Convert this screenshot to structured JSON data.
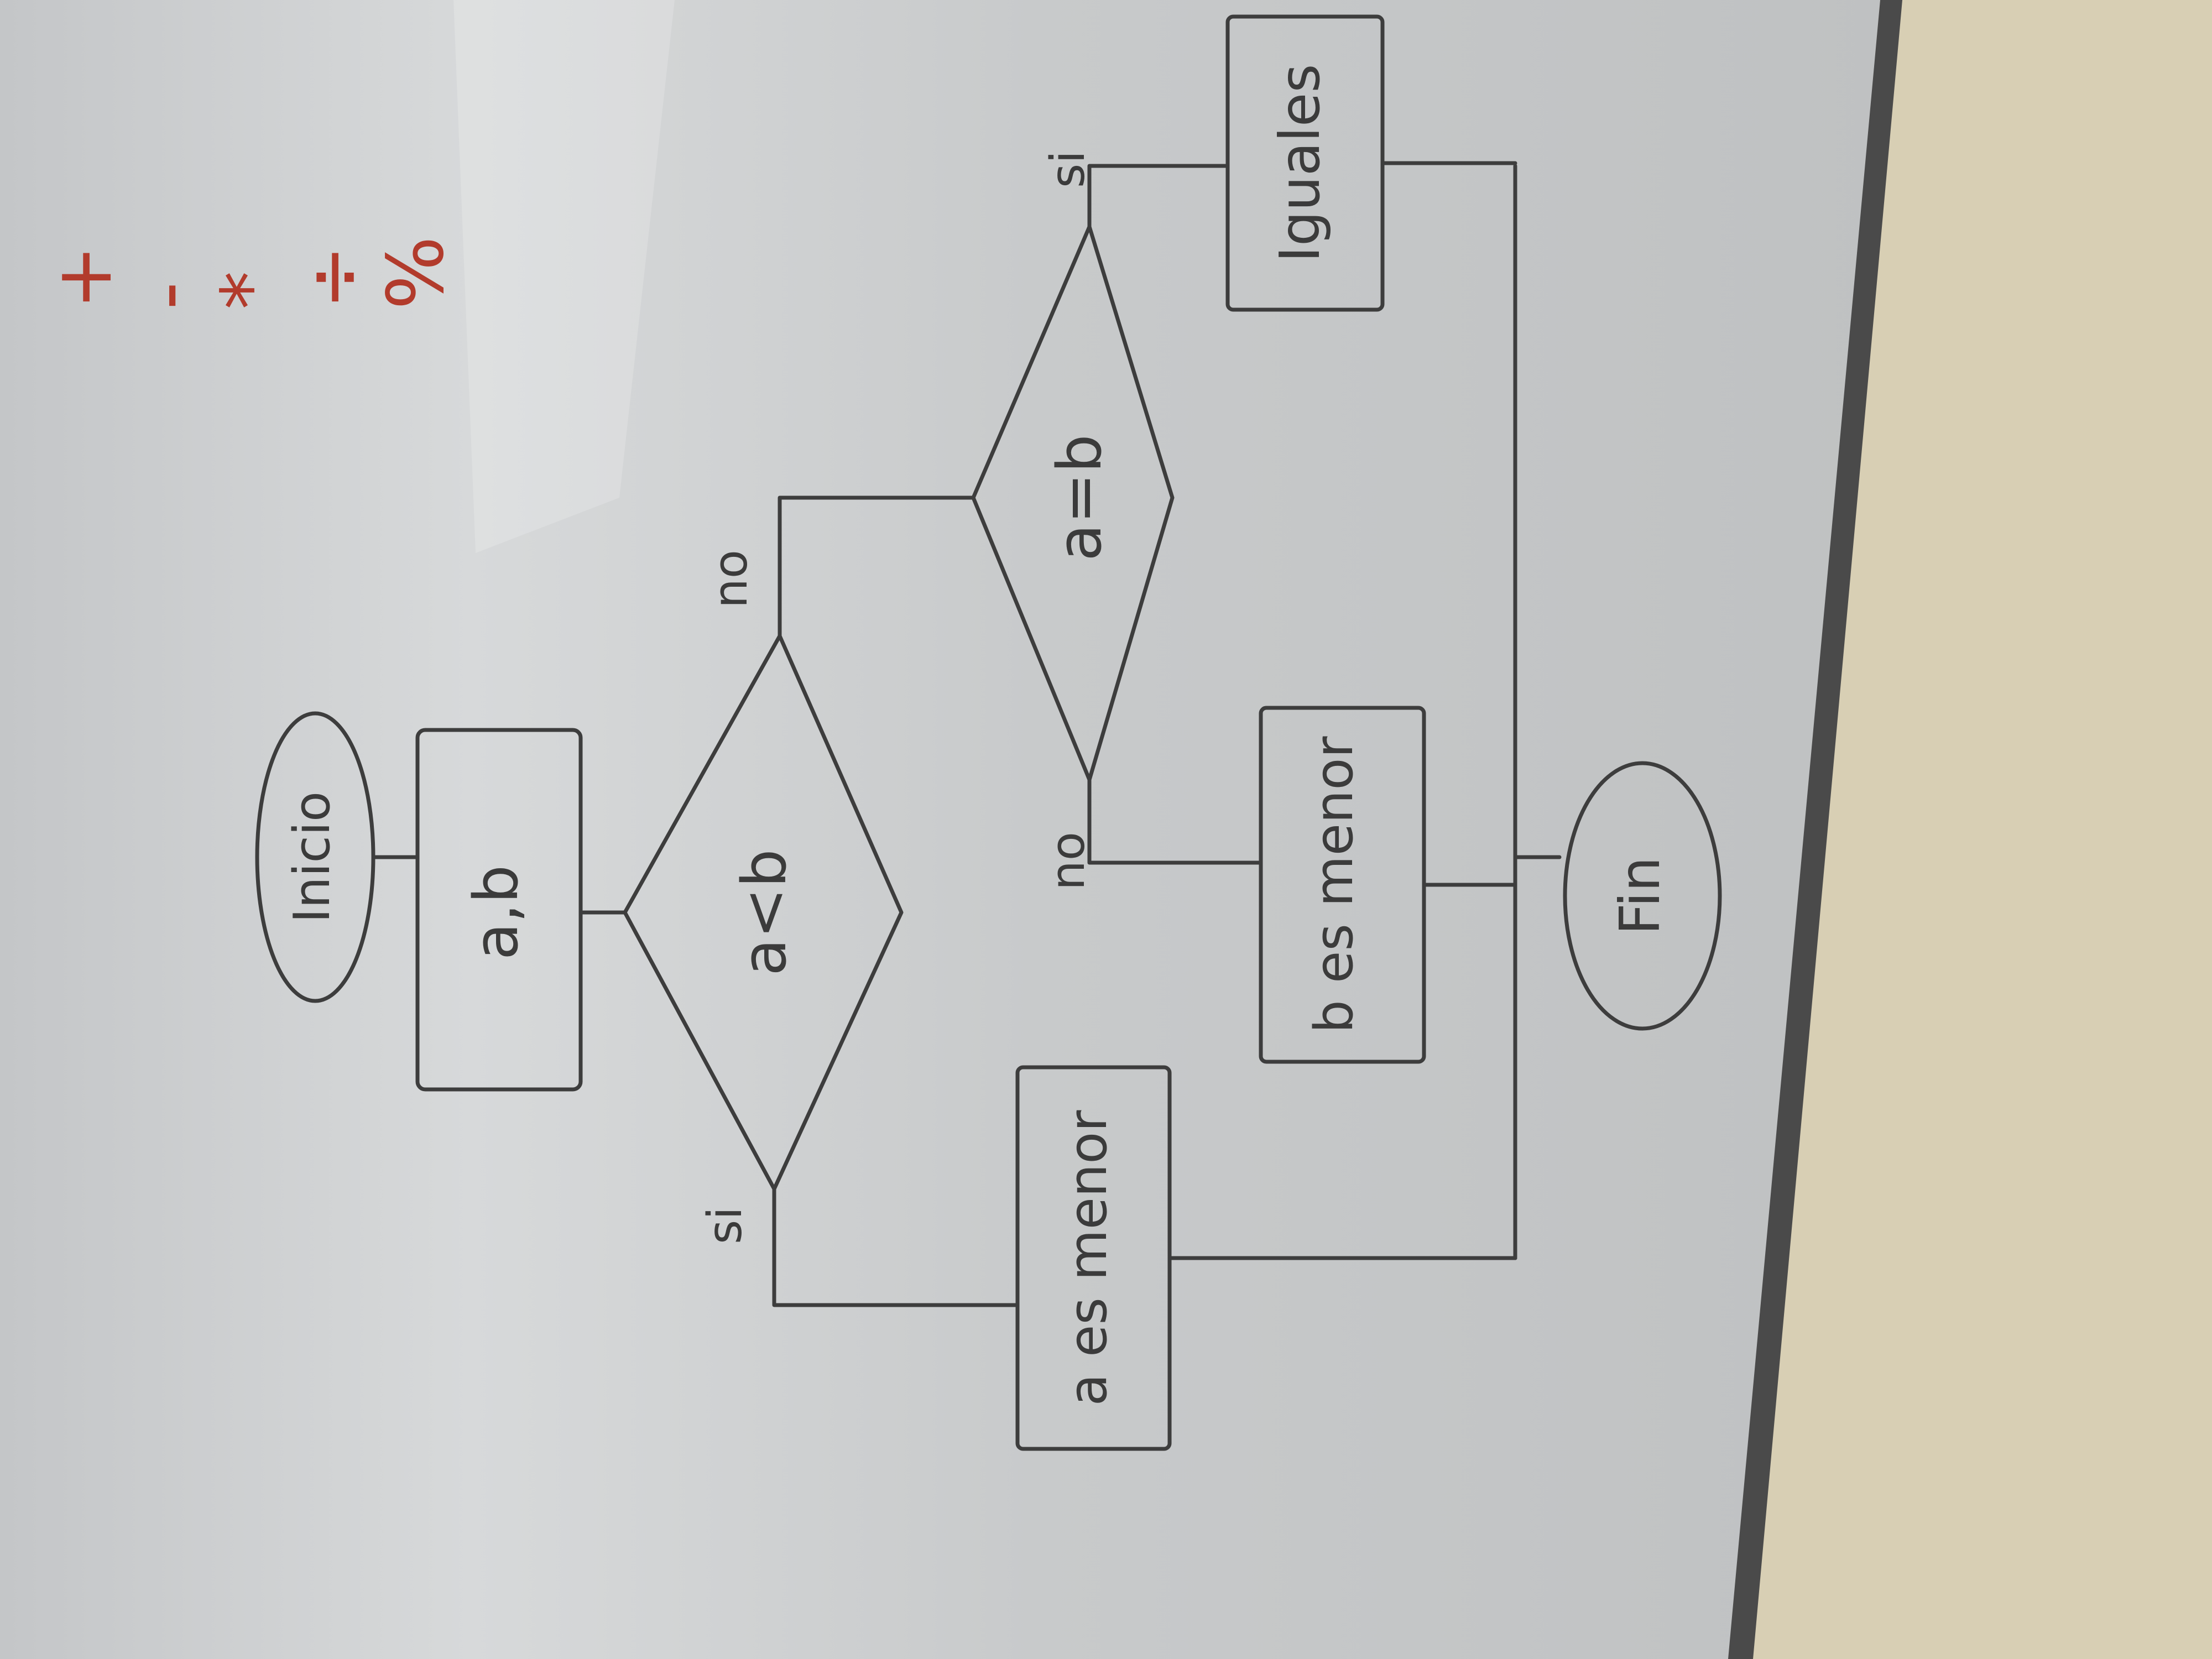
{
  "flowchart": {
    "start": "Inicio",
    "input": "a,b",
    "decision1": "a<b",
    "decision1_yes": "si",
    "decision1_no": "no",
    "output_a": "a es menor",
    "decision2": "a=b",
    "decision2_yes": "si",
    "decision2_no": "no",
    "output_b": "b es menor",
    "output_equal": "Iguales",
    "end": "Fin"
  },
  "operators": [
    "+",
    "-",
    "*",
    "÷",
    "%"
  ],
  "colors": {
    "board": "#c9cbcd",
    "board_frame": "#4a4a4a",
    "wall": "#d8cfb4",
    "ink": "#3d3d3d",
    "marker_red": "#b23b2c"
  }
}
